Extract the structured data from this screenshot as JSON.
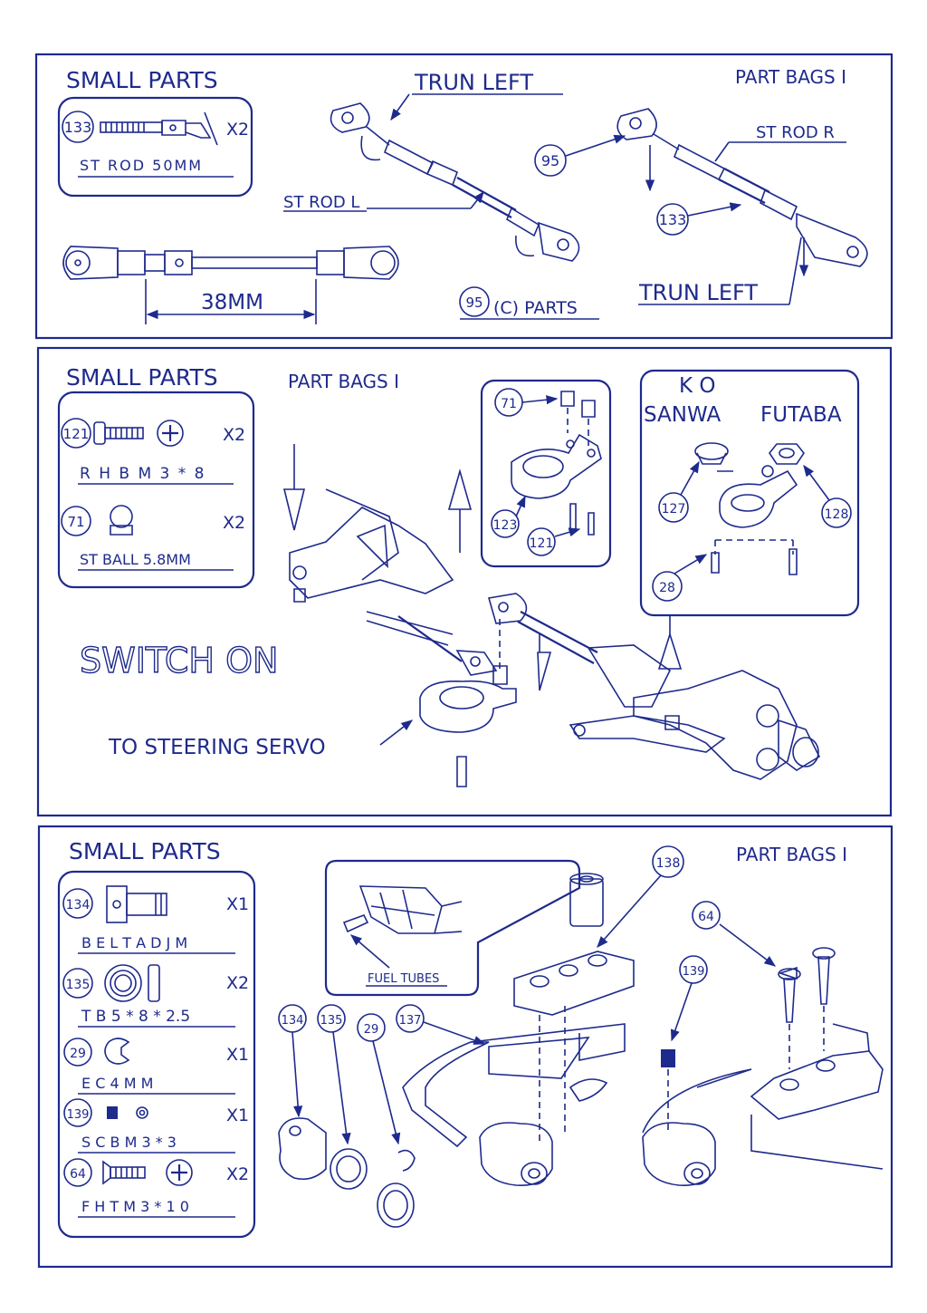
{
  "panel1": {
    "small_parts_title": "SMALL PARTS",
    "part_bags": "PART BAGS I",
    "turn_left_top": "TRUN LEFT",
    "turn_left_bottom": "TRUN LEFT",
    "st_rod_l": "ST ROD L",
    "st_rod_r": "ST ROD R",
    "dimension": "38MM",
    "c_parts": "(C) PARTS",
    "parts": [
      {
        "num": "133",
        "name": "ST ROD 50MM",
        "qty": "X2"
      }
    ],
    "callouts": {
      "c95a": "95",
      "c133": "133",
      "c95b": "95"
    }
  },
  "panel2": {
    "small_parts_title": "SMALL PARTS",
    "part_bags": "PART BAGS I",
    "switch_on": "SWITCH ON",
    "to_servo": "TO STEERING SERVO",
    "ko": "K O",
    "sanwa": "SANWA",
    "futaba": "FUTABA",
    "parts": [
      {
        "num": "121",
        "name": "R H B   M 3 * 8",
        "qty": "X2"
      },
      {
        "num": "71",
        "name": "ST BALL 5.8MM",
        "qty": "X2"
      }
    ],
    "callouts": {
      "c71": "71",
      "c123": "123",
      "c121": "121",
      "c127": "127",
      "c128": "128",
      "c28": "28"
    }
  },
  "panel3": {
    "small_parts_title": "SMALL PARTS",
    "part_bags": "PART BAGS I",
    "fuel_tubes": "FUEL TUBES",
    "parts": [
      {
        "num": "134",
        "name": "B E L T   A D J M",
        "qty": "X1"
      },
      {
        "num": "135",
        "name": "T B   5 * 8 * 2.5",
        "qty": "X2"
      },
      {
        "num": "29",
        "name": "E   C     4   M   M",
        "qty": "X1"
      },
      {
        "num": "139",
        "name": "S C B   M 3 * 3",
        "qty": "X1"
      },
      {
        "num": "64",
        "name": "F H T   M 3 * 1 0",
        "qty": "X2"
      }
    ],
    "callouts": {
      "c138": "138",
      "c64": "64",
      "c139": "139",
      "c134": "134",
      "c135": "135",
      "c29": "29",
      "c137": "137"
    }
  }
}
